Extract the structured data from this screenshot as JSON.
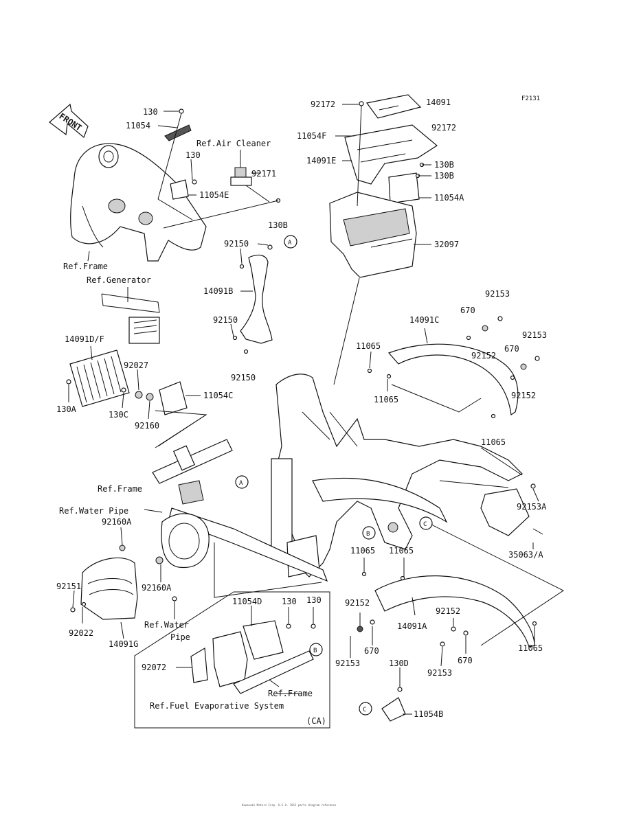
{
  "figure_code": "F2131",
  "front_label": "FRONT",
  "ref_labels": {
    "air_cleaner": "Ref.Air Cleaner",
    "frame_top": "Ref.Frame",
    "generator": "Ref.Generator",
    "frame_mid": "Ref.Frame",
    "water_pipe_top": "Ref.Water Pipe",
    "water_pipe_bottom_1": "Ref.Water",
    "water_pipe_bottom_2": "Pipe",
    "frame_inset": "Ref.Frame",
    "fuel_evap": "Ref.Fuel Evaporative System",
    "ca": "(CA)"
  },
  "parts": {
    "p130_top": "130",
    "p11054": "11054",
    "p130_b": "130",
    "p11054E": "11054E",
    "p92171": "92171",
    "p130B_a": "130B",
    "p92150_a": "92150",
    "p14091B": "14091B",
    "p92150_b": "92150",
    "p92150_c": "92150",
    "p14091DF": "14091D/F",
    "p92027": "92027",
    "p130A": "130A",
    "p130C": "130C",
    "p92160": "92160",
    "p11054C": "11054C",
    "p92172_a": "92172",
    "p14091": "14091",
    "p11054F": "11054F",
    "p92172_b": "92172",
    "p14091E": "14091E",
    "p130B_b": "130B",
    "p130B_c": "130B",
    "p11054A": "11054A",
    "p32097": "32097",
    "p92153_a": "92153",
    "p670_a": "670",
    "p14091C": "14091C",
    "p92153_b": "92153",
    "p11065_a": "11065",
    "p92152_a": "92152",
    "p670_b": "670",
    "p11065_b": "11065",
    "p92152_b": "92152",
    "p11065_c": "11065",
    "p92153A": "92153A",
    "p35063A": "35063/A",
    "p92160A_a": "92160A",
    "p92151": "92151",
    "p92160A_b": "92160A",
    "p92022": "92022",
    "p14091G": "14091G",
    "p11054D": "11054D",
    "p130_c": "130",
    "p130_d": "130",
    "p92072": "92072",
    "p11065_d": "11065",
    "p11065_e": "11065",
    "p92152_c": "92152",
    "p14091A": "14091A",
    "p92152_d": "92152",
    "p670_c": "670",
    "p670_d": "670",
    "p11065_f": "11065",
    "p92153_c": "92153",
    "p92153_d": "92153",
    "p130D": "130D",
    "p11054B": "11054B"
  },
  "callouts": {
    "a1": "A",
    "a2": "A",
    "b1": "B",
    "b2": "B",
    "c1": "C",
    "c2": "C"
  },
  "footer_text": "Kawasaki Motors Corp. U.S.A. 2011 parts diagram reference"
}
